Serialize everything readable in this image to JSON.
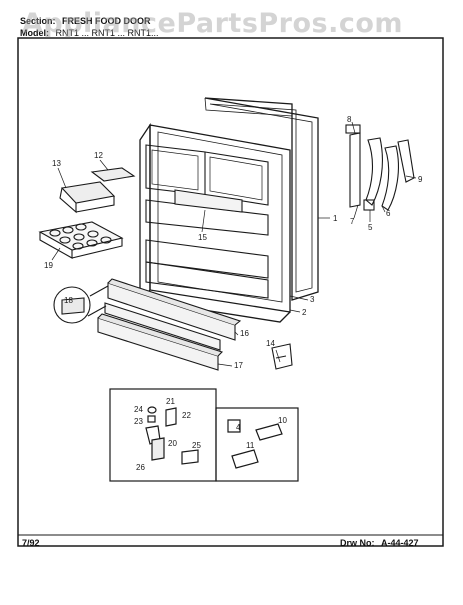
{
  "header": {
    "section_label": "Section:",
    "section_value": "FRESH FOOD DOOR",
    "model_label": "Model:",
    "model_value": "RNT1 ... RNT1 ... RNT1..."
  },
  "watermark": "AppliancePartsPros.com",
  "footer": {
    "date": "7/92",
    "drawing_label": "Drw No:",
    "drawing_number": "A-44-427"
  },
  "callouts": {
    "c1": "1",
    "c2": "2",
    "c3": "3",
    "c4": "4",
    "c5": "5",
    "c6": "6",
    "c7": "7",
    "c8": "8",
    "c9": "9",
    "c10": "10",
    "c11": "11",
    "c12": "12",
    "c13": "13",
    "c14": "14",
    "c15": "15",
    "c16": "16",
    "c17": "17",
    "c18": "18",
    "c19": "19",
    "c20": "20",
    "c21": "21",
    "c22": "22",
    "c23": "23",
    "c24": "24",
    "c25": "25",
    "c26": "26"
  },
  "colors": {
    "ink": "#1a1a1a",
    "paper": "#ffffff",
    "watermark": "#a0a0a0"
  }
}
